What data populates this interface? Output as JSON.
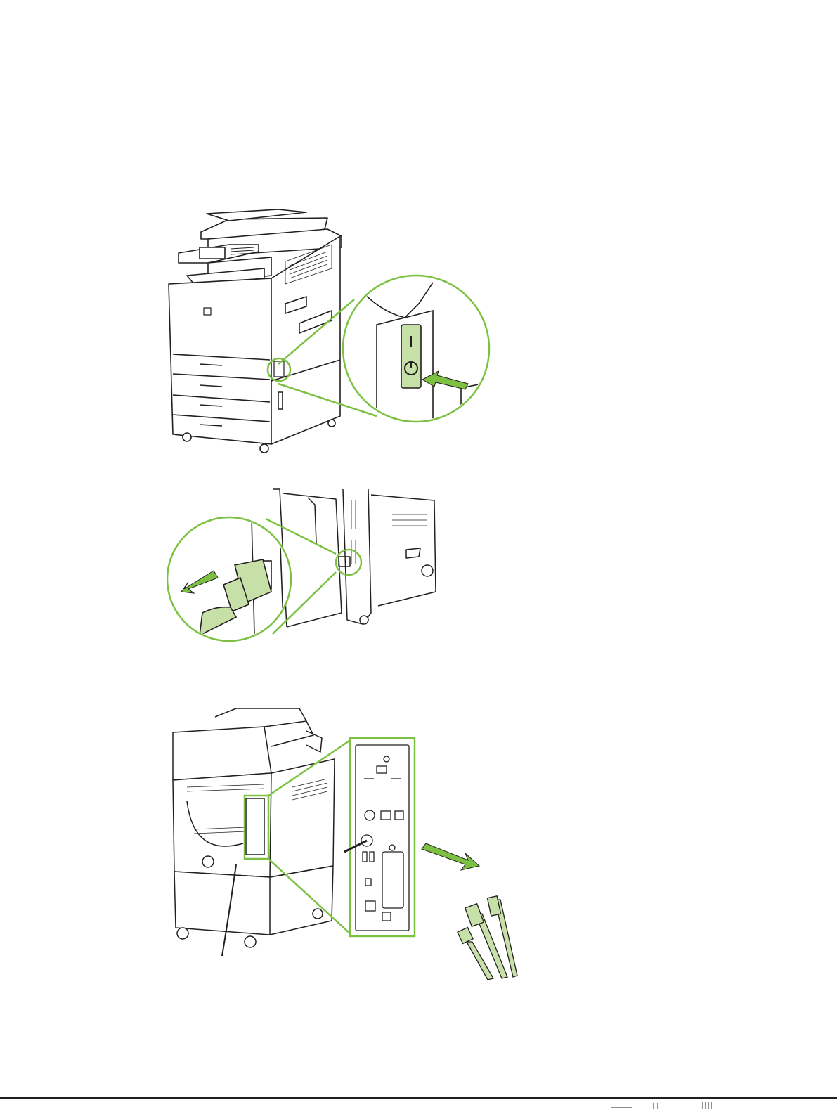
{
  "colors": {
    "highlight_green": "#7cc142",
    "callout_fill": "#c6e0a8",
    "line_art": "#231f20"
  },
  "figures": [
    {
      "id": "fig1",
      "icon": "printer-power-switch-illustration"
    },
    {
      "id": "fig2",
      "icon": "unplug-power-cord-illustration"
    },
    {
      "id": "fig3",
      "icon": "disconnect-interface-cables-illustration"
    }
  ]
}
